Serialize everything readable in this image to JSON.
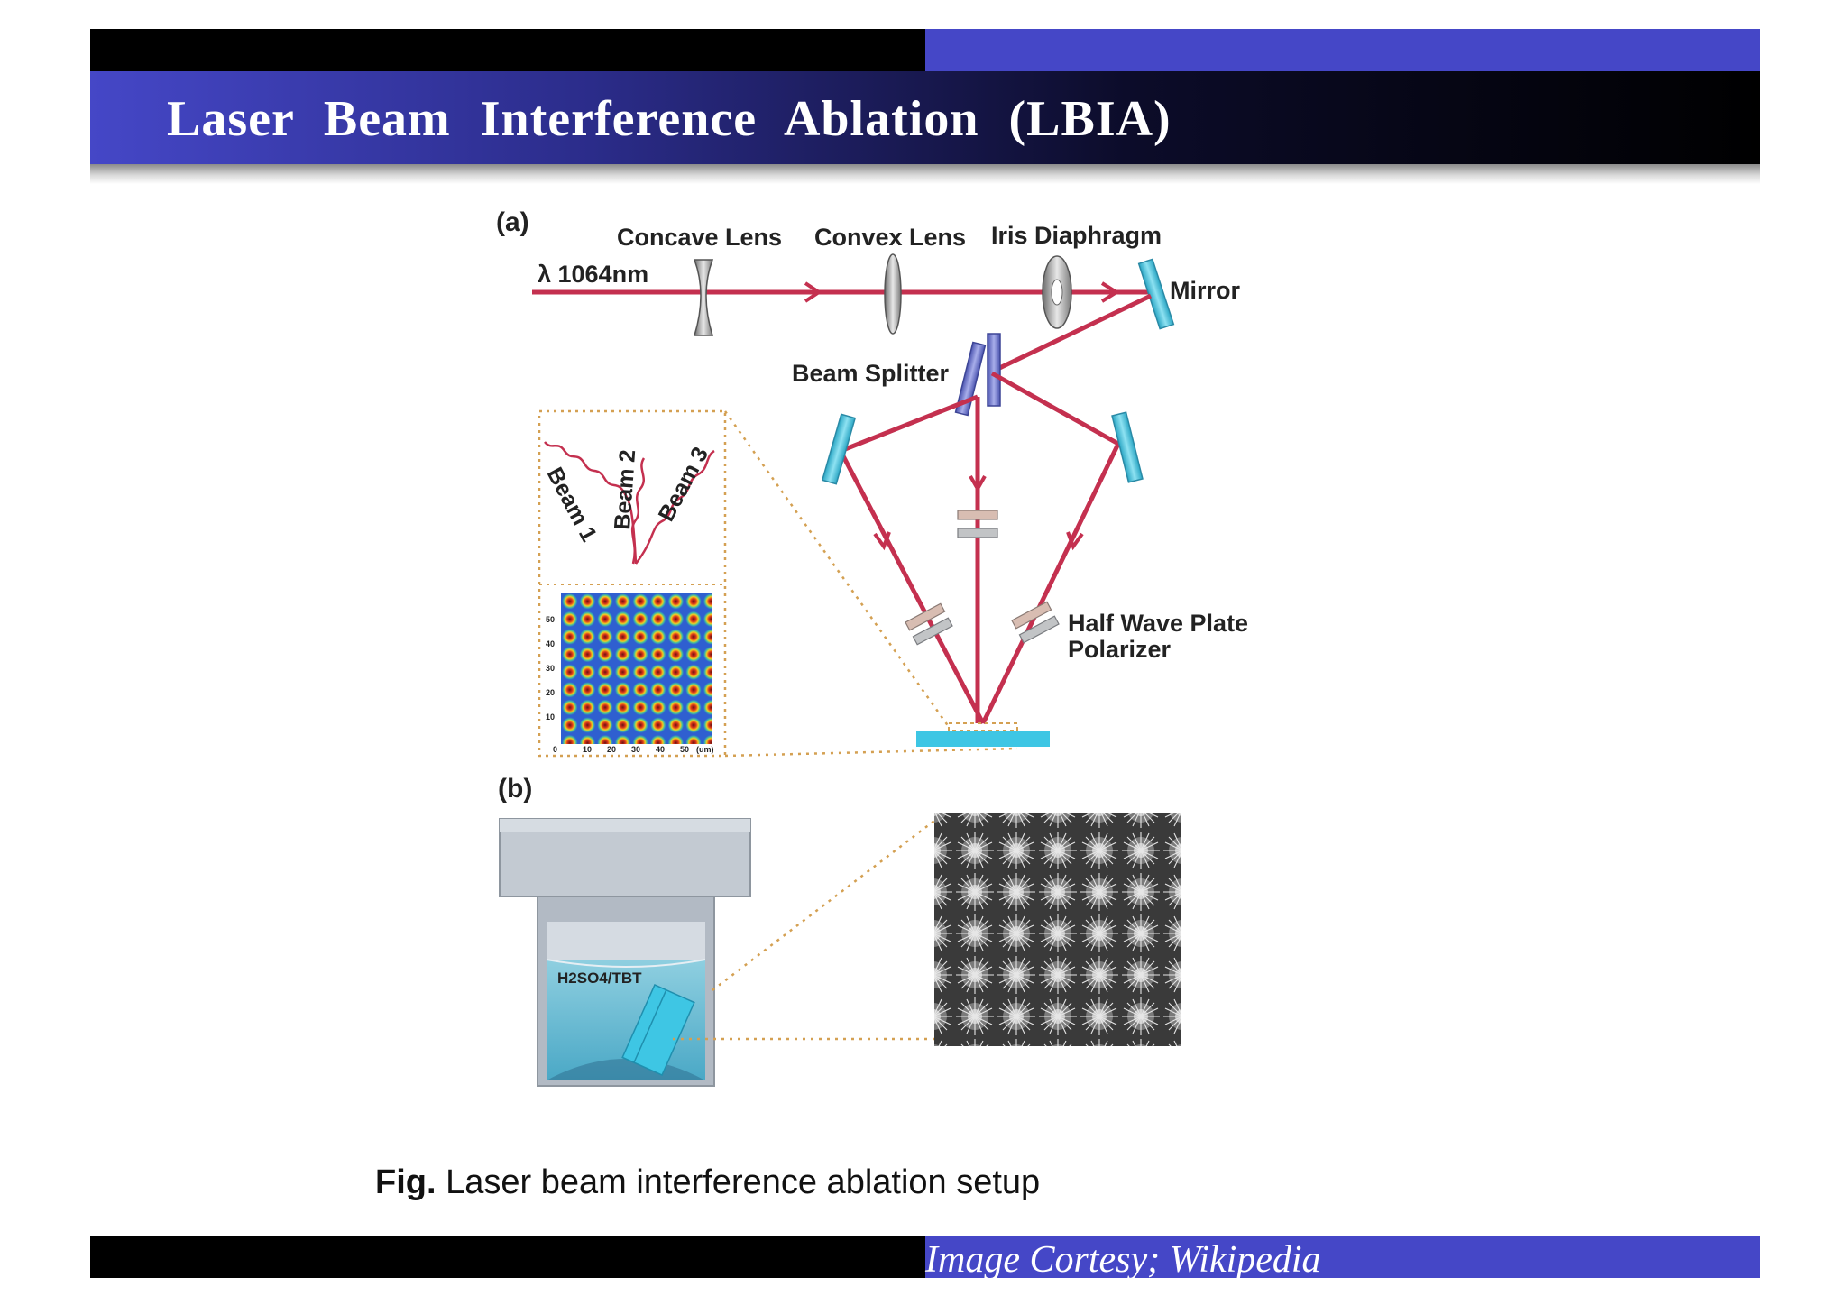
{
  "slide": {
    "title": "Laser  Beam  Interference  Ablation  (LBIA)"
  },
  "figure": {
    "panel_a_label": "(a)",
    "panel_b_label": "(b)",
    "wavelength": "λ 1064nm",
    "concave_lens": "Concave Lens",
    "convex_lens": "Convex Lens",
    "iris_diaphragm": "Iris Diaphragm",
    "mirror": "Mirror",
    "beam_splitter": "Beam Splitter",
    "half_wave_plate": "Half Wave Plate",
    "polarizer": "Polarizer",
    "beam_1": "Beam 1",
    "beam_2": "Beam 2",
    "beam_3": "Beam 3",
    "pattern_y_ticks": [
      "50",
      "40",
      "30",
      "20",
      "10",
      "0"
    ],
    "pattern_x_ticks": [
      "10",
      "20",
      "30",
      "40",
      "50"
    ],
    "pattern_unit": "(um)",
    "solution_label": "H2SO4/TBT",
    "colors": {
      "beam": "#c4304f",
      "optic_cyan": "#40c0d8",
      "optic_purple": "#6e76cc",
      "guide_dots": "#d4a052",
      "pattern_bg": "#2f5fd0"
    }
  },
  "caption": {
    "bold": "Fig.",
    "text": " Laser beam interference ablation setup"
  },
  "footer": {
    "credit": "Image Cortesy; Wikipedia"
  }
}
